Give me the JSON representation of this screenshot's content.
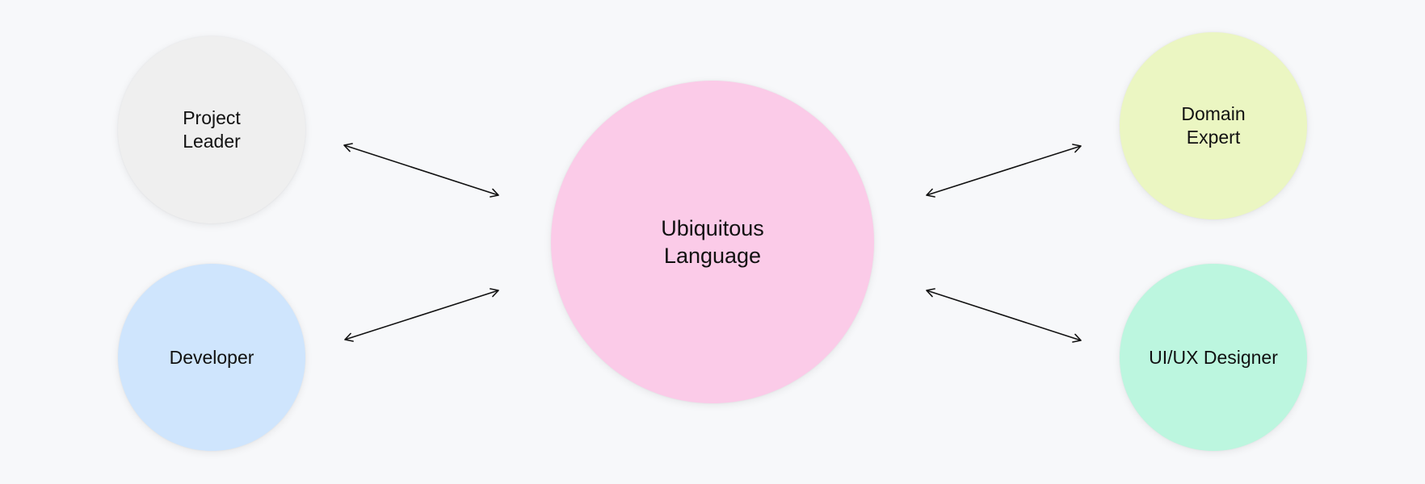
{
  "nodes": {
    "project_leader": {
      "label": "Project\nLeader",
      "color": "#efefef"
    },
    "developer": {
      "label": "Developer",
      "color": "#cfe5fd"
    },
    "center": {
      "label": "Ubiquitous\nLanguage",
      "color": "#fbcbe8"
    },
    "domain_expert": {
      "label": "Domain\nExpert",
      "color": "#ebf6c2"
    },
    "uiux_designer": {
      "label": "UI/UX Designer",
      "color": "#bcf6df"
    }
  },
  "edges": [
    {
      "from": "project_leader",
      "to": "center",
      "style": "bidirectional-arrow"
    },
    {
      "from": "developer",
      "to": "center",
      "style": "bidirectional-arrow"
    },
    {
      "from": "domain_expert",
      "to": "center",
      "style": "bidirectional-arrow"
    },
    {
      "from": "uiux_designer",
      "to": "center",
      "style": "bidirectional-arrow"
    }
  ]
}
